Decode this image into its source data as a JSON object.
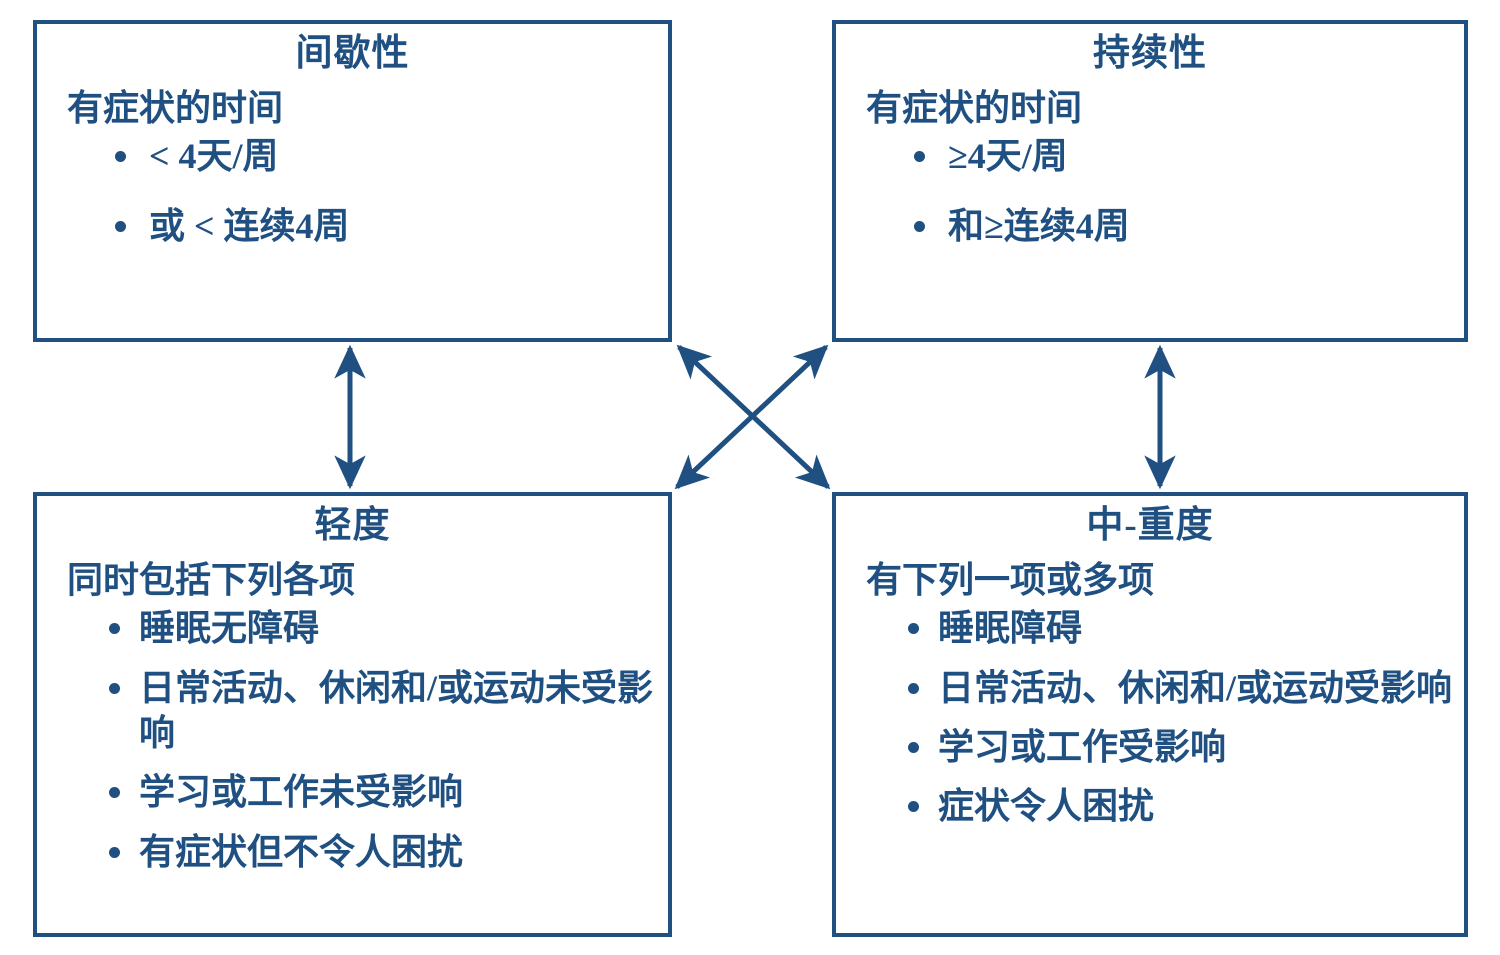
{
  "diagram": {
    "title_semantic": "allergic-rhinitis-classification",
    "accent_color": "#1F5081",
    "background_color": "#FFFFFF",
    "boxes": [
      {
        "id": "intermittent",
        "position": "top-left",
        "title": "间歇性",
        "lead": "有症状的时间",
        "bullets": [
          "< 4天/周",
          "或 < 连续4周"
        ]
      },
      {
        "id": "persistent",
        "position": "top-right",
        "title": "持续性",
        "lead": "有症状的时间",
        "bullets": [
          "≥4天/周",
          "和≥连续4周"
        ]
      },
      {
        "id": "mild",
        "position": "bottom-left",
        "title": "轻度",
        "lead": "同时包括下列各项",
        "bullets": [
          "睡眠无障碍",
          "日常活动、休闲和/或运动未受影响",
          "学习或工作未受影响",
          "有症状但不令人困扰"
        ]
      },
      {
        "id": "moderate-severe",
        "position": "bottom-right",
        "title": "中-重度",
        "lead": "有下列一项或多项",
        "bullets": [
          "睡眠障碍",
          "日常活动、休闲和/或运动受影响",
          "学习或工作受影响",
          "症状令人困扰"
        ]
      }
    ],
    "connectors": [
      {
        "id": "left-vertical",
        "from": "intermittent",
        "to": "mild",
        "style": "double-headed-arrow",
        "orientation": "vertical"
      },
      {
        "id": "right-vertical",
        "from": "persistent",
        "to": "moderate-severe",
        "style": "double-headed-arrow",
        "orientation": "vertical"
      },
      {
        "id": "diagonal-tl-br",
        "from": "intermittent",
        "to": "moderate-severe",
        "style": "double-headed-arrow",
        "orientation": "diagonal"
      },
      {
        "id": "diagonal-tr-bl",
        "from": "persistent",
        "to": "mild",
        "style": "double-headed-arrow",
        "orientation": "diagonal"
      }
    ]
  }
}
